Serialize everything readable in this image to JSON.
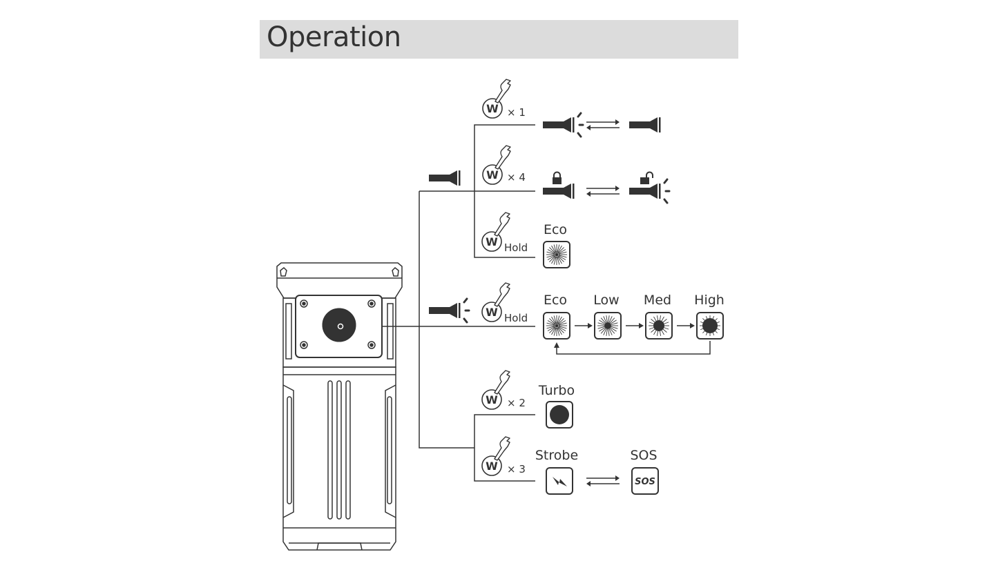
{
  "header": {
    "title": "Operation"
  },
  "colors": {
    "ink": "#333333",
    "header_bg": "#dcdcdc",
    "background": "#ffffff"
  },
  "device": {
    "name": "flashlight-body",
    "button_label": "W"
  },
  "branches": {
    "off_state": {
      "state_icon": "flashlight-off-icon",
      "actions": [
        {
          "button": "W",
          "press": "× 1",
          "result": [
            "flashlight-on-icon",
            "flashlight-off-icon"
          ],
          "relation": "toggle"
        },
        {
          "button": "W",
          "press": "× 4",
          "result": [
            "flashlight-locked-icon",
            "flashlight-unlocked-on-icon"
          ],
          "relation": "toggle"
        },
        {
          "button": "W",
          "press": "Hold",
          "result_label": "Eco",
          "result_icon": "eco-mode-icon"
        }
      ]
    },
    "on_state": {
      "state_icon": "flashlight-on-icon",
      "action": {
        "button": "W",
        "press": "Hold"
      },
      "cycle": [
        {
          "label": "Eco",
          "icon": "eco-mode-icon"
        },
        {
          "label": "Low",
          "icon": "low-mode-icon"
        },
        {
          "label": "Med",
          "icon": "med-mode-icon"
        },
        {
          "label": "High",
          "icon": "high-mode-icon"
        }
      ],
      "cycle_returns_to": "Eco"
    },
    "any_state": {
      "actions": [
        {
          "button": "W",
          "press": "× 2",
          "result_label": "Turbo",
          "result_icon": "turbo-mode-icon"
        },
        {
          "button": "W",
          "press": "× 3",
          "results": [
            {
              "label": "Strobe",
              "icon": "strobe-icon"
            },
            {
              "label": "SOS",
              "icon": "sos-icon",
              "icon_text": "SOS"
            }
          ],
          "relation": "toggle"
        }
      ]
    }
  }
}
